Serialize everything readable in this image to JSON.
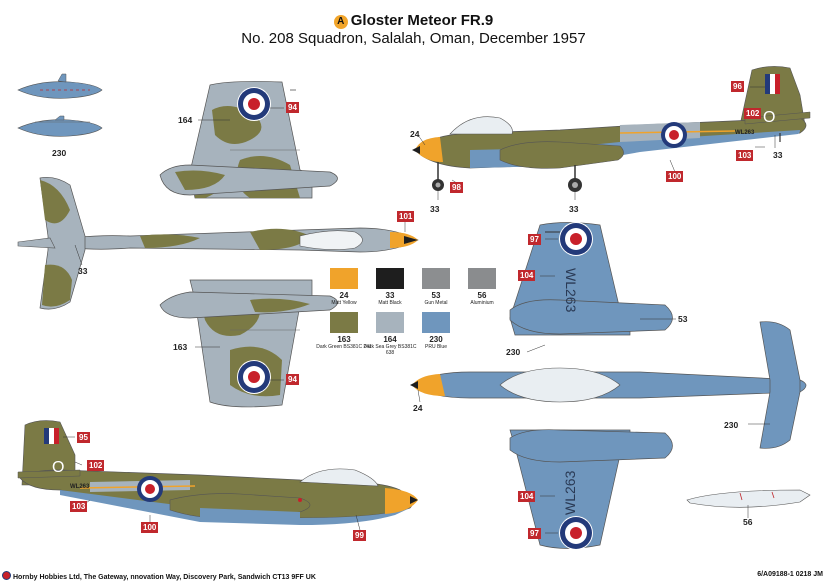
{
  "header": {
    "ident_letter": "A",
    "title": "Gloster Meteor FR.9",
    "subtitle": "No. 208 Squadron, Salalah, Oman, December 1957"
  },
  "callouts": {
    "c164_top": "164",
    "c230_tanks": "230",
    "c33_tail": "33",
    "c163_wing": "163",
    "c24_side": "24",
    "c33_gear_nose": "33",
    "c33_gear_main": "33",
    "c33_tailtip": "33",
    "c53_under": "53",
    "c230_under_left": "230",
    "c24_under": "24",
    "c230_under_right": "230",
    "c56_canopy": "56"
  },
  "tags": {
    "t94_top": "94",
    "t101": "101",
    "t94_bottom": "94",
    "t96": "96",
    "t102_side": "102",
    "t103_side": "103",
    "t98": "98",
    "t100_side": "100",
    "t97_top": "97",
    "t104_top": "104",
    "t104_bottom": "104",
    "t97_bottom": "97",
    "t95": "95",
    "t102_left": "102",
    "t103_left": "103",
    "t100_left": "100",
    "t99": "99"
  },
  "colors": {
    "yellow": "#f0a32b",
    "black": "#1e1e1e",
    "gunmetal": "#8c8e90",
    "aluminium": "#8a8c8e",
    "dark_green": "#7b7a45",
    "dark_sea_grey": "#a7b3bd",
    "pru_blue": "#6f96bd",
    "marking_red": "#c0282d",
    "roundel_blue": "#233a7a",
    "roundel_red": "#c8202a"
  },
  "paint_key": [
    {
      "code": "24",
      "name": "Matt Yellow",
      "color": "#f0a32b"
    },
    {
      "code": "33",
      "name": "Matt Black",
      "color": "#1e1e1e"
    },
    {
      "code": "53",
      "name": "Gun Metal",
      "color": "#8c8e90"
    },
    {
      "code": "56",
      "name": "Aluminium",
      "color": "#8a8c8e"
    },
    {
      "code": "163",
      "name": "Dark Green BS381C 241",
      "color": "#7b7a45"
    },
    {
      "code": "164",
      "name": "Dark Sea Grey BS381C 638",
      "color": "#a7b3bd"
    },
    {
      "code": "230",
      "name": "PRU Blue",
      "color": "#6f96bd"
    }
  ],
  "serials": {
    "side": "WL263",
    "left": "WL263",
    "under_top": "WL263",
    "under_bottom": "WL263",
    "tail_letter": "O"
  },
  "footer": {
    "left": "Hornby Hobbies Ltd, The Gateway,  nnovation Way, Discovery Park, Sandwich CT13 9FF UK",
    "right": "6/A09188-1 0218 JM"
  }
}
